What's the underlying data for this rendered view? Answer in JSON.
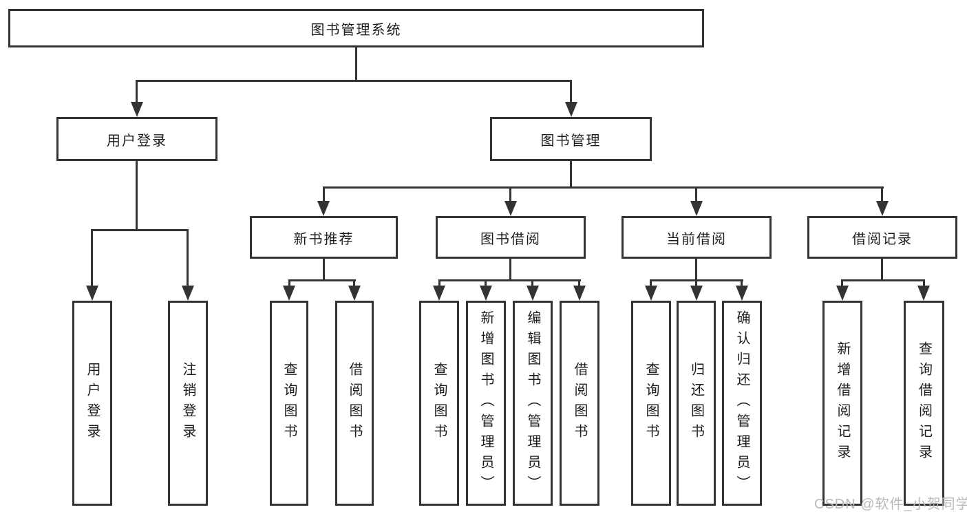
{
  "diagram": {
    "root": {
      "label": "图书管理系统"
    },
    "level2": {
      "login": {
        "label": "用户登录"
      },
      "mgmt": {
        "label": "图书管理"
      }
    },
    "level3": {
      "rec": {
        "label": "新书推荐"
      },
      "borrow": {
        "label": "图书借阅"
      },
      "current": {
        "label": "当前借阅"
      },
      "record": {
        "label": "借阅记录"
      }
    },
    "leaves": {
      "login_user": {
        "label": "用户登录"
      },
      "login_logout": {
        "label": "注销登录"
      },
      "rec_query": {
        "label": "查询图书"
      },
      "rec_borrow": {
        "label": "借阅图书"
      },
      "borrow_query": {
        "label": "查询图书"
      },
      "borrow_add": {
        "label": "新增图书（管理员）"
      },
      "borrow_edit": {
        "label": "编辑图书（管理员）"
      },
      "borrow_lend": {
        "label": "借阅图书"
      },
      "current_query": {
        "label": "查询图书"
      },
      "current_return": {
        "label": "归还图书"
      },
      "current_confirm": {
        "label": "确认归还（管理员）"
      },
      "record_add": {
        "label": "新增借阅记录"
      },
      "record_query": {
        "label": "查询借阅记录"
      }
    }
  },
  "watermark": {
    "text": "CSDN @软件_小贺同学"
  },
  "colors": {
    "line": "#333333",
    "text": "#1d1d1d",
    "background": "#ffffff",
    "watermark": "#b9b9b9"
  }
}
